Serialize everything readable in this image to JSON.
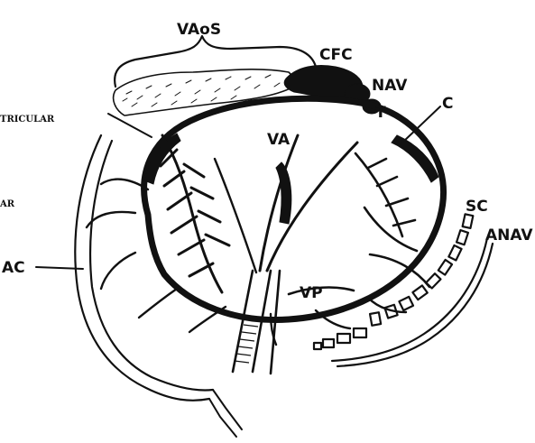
{
  "labels": {
    "vaos": "VAoS",
    "cfc": "CFC",
    "nav": "NAV",
    "t": "T",
    "c": "C",
    "va": "VA",
    "vp": "VP",
    "sc": "SC",
    "anav": "ANAV",
    "ac": "AC",
    "ventricular": "TRICULAR",
    "ar": "AR"
  },
  "colors": {
    "ink": "#111111",
    "background": "#ffffff"
  }
}
